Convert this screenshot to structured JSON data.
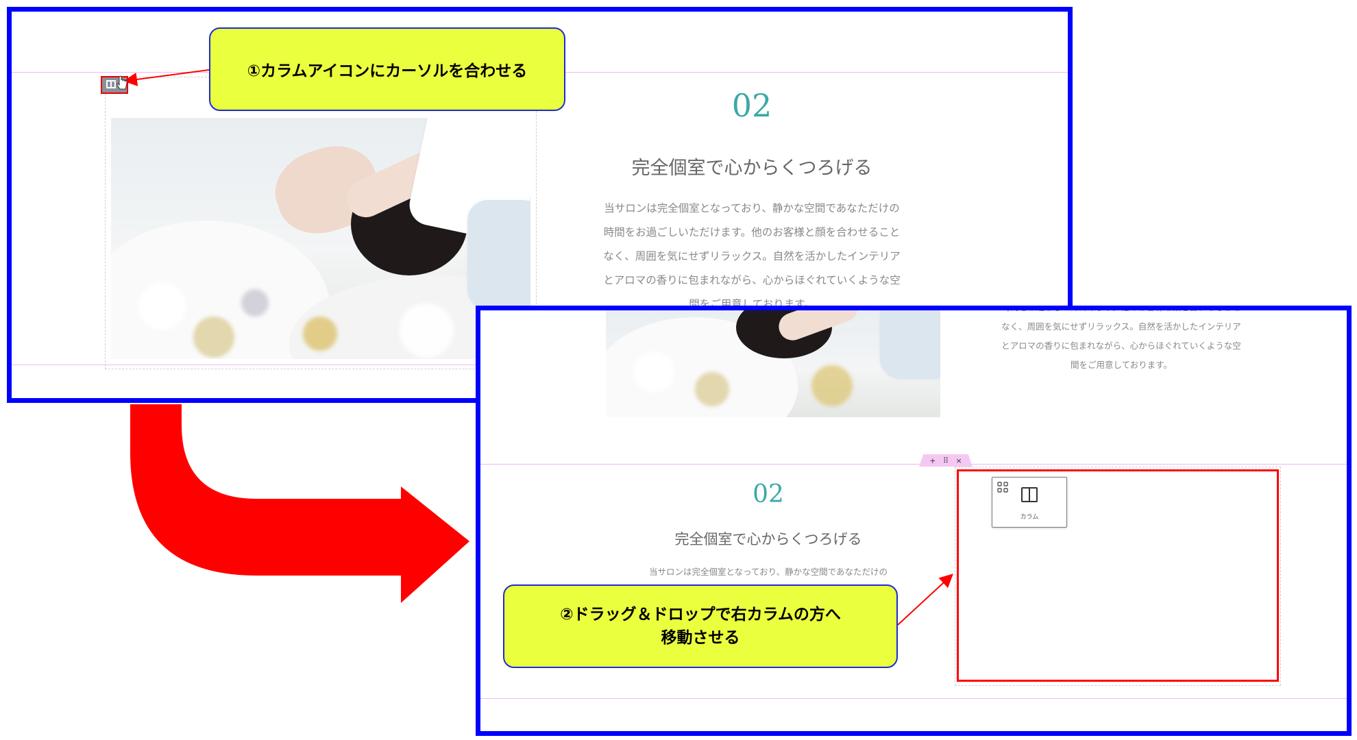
{
  "callouts": {
    "step1": "①カラムアイコンにカーソルを合わせる",
    "step2_line1": "②ドラッグ＆ドロップで右カラムの方へ",
    "step2_line2": "移動させる"
  },
  "section": {
    "number": "02",
    "heading": "完全個室で心からくつろげる",
    "body_lines": [
      "当サロンは完全個室となっており、静かな空間であなただけの",
      "時間をお過ごしいただけます。他のお客様と顔を合わせること",
      "なく、周囲を気にせずリラックス。自然を活かしたインテリア",
      "とアロマの香りに包まれながら、心からほぐれていくような空",
      "間をご用意しております。"
    ]
  },
  "column_block": {
    "label": "カラム",
    "icon": "columns-icon",
    "drag_icon": "drag-handle-icon"
  },
  "toolbar": {
    "add": "+",
    "drag": "⠿",
    "close": "×"
  },
  "colors": {
    "frame_border": "#0000ff",
    "callout_fill": "#eaff3d",
    "accent_teal": "#3aa9a5",
    "arrow_red": "#ff0000",
    "guide_pink": "#f0b8ef"
  }
}
